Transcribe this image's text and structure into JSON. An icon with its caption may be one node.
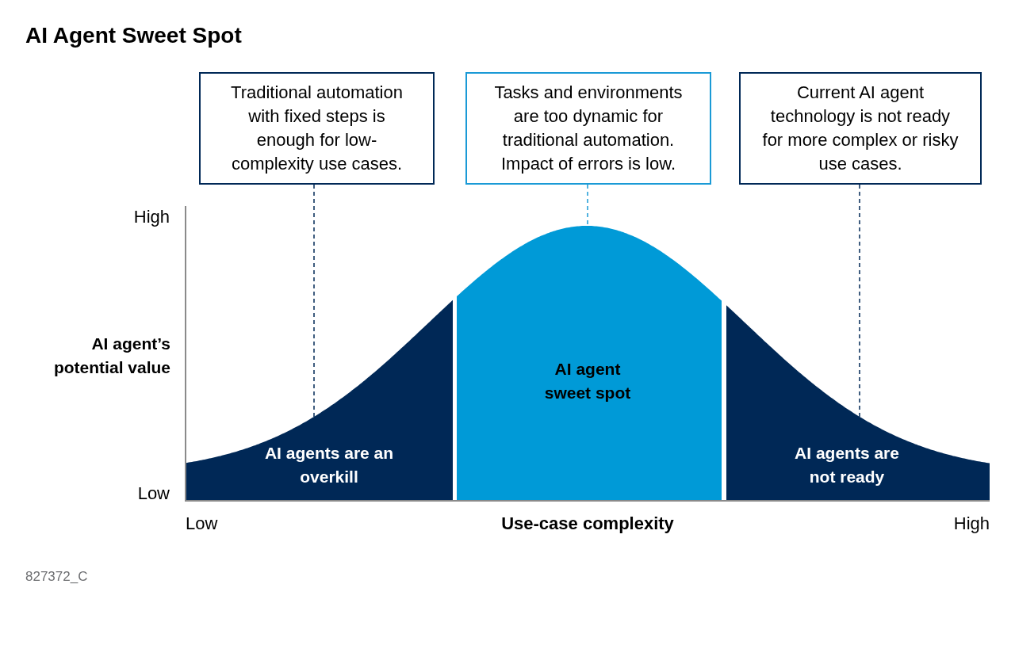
{
  "diagram": {
    "title": "AI Agent Sweet Spot",
    "nodes": [
      {
        "text": [
          "Traditional automation with fixed steps is enough for low-complexity use cases."
        ]
      },
      {
        "text": [
          "Tasks and environments are too dynamic for traditional automation. Impact of errors is low."
        ]
      },
      {
        "text": [
          "Current AI agent technology is not ready for more complex or risky use cases."
        ]
      },
      {
        "text": [
          "AI agents are an overkill"
        ]
      },
      {
        "text": [
          "AI agent sweet spot"
        ]
      },
      {
        "text": [
          "AI agents are not ready"
        ]
      }
    ],
    "edges": [
      {
        "from": 0,
        "to": 3,
        "arrow": "none",
        "style": "dashed"
      },
      {
        "from": 1,
        "to": 4,
        "arrow": "none",
        "style": "dashed",
        "color": "#1a9ad6"
      },
      {
        "from": 2,
        "to": 5,
        "arrow": "none",
        "style": "dashed"
      }
    ],
    "labels": [
      "High",
      "AI agent’s potential value",
      "Low",
      "Low",
      "Use-case complexity",
      "High",
      "827372_C"
    ]
  }
}
